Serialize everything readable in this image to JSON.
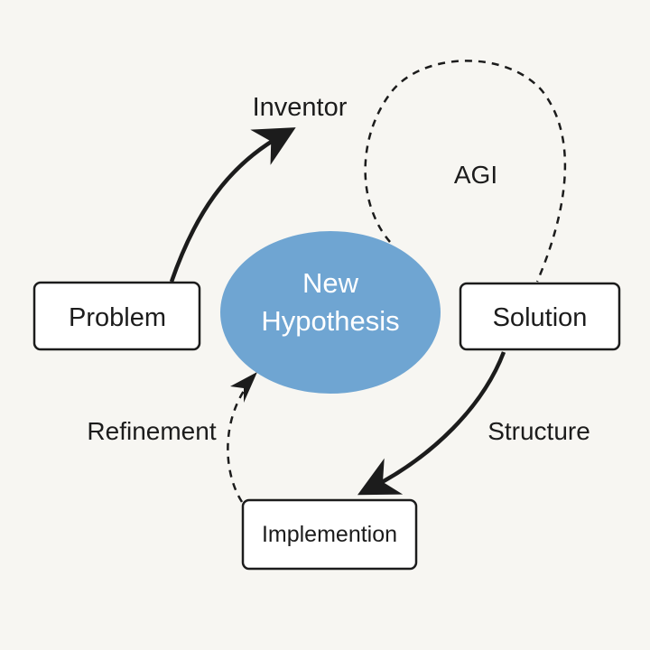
{
  "colors": {
    "background": "#f7f6f2",
    "hypothesis_fill": "#6fa5d2",
    "hypothesis_text": "#ffffff",
    "stroke": "#1c1c1c"
  },
  "nodes": {
    "problem": {
      "label": "Problem"
    },
    "hypothesis": {
      "line1": "New",
      "line2": "Hypothesis"
    },
    "solution": {
      "label": "Solution"
    },
    "implementation": {
      "label": "Implemention"
    }
  },
  "labels": {
    "inventor": "Inventor",
    "agi": "AGI",
    "structure": "Structure",
    "refinement": "Refinement"
  }
}
